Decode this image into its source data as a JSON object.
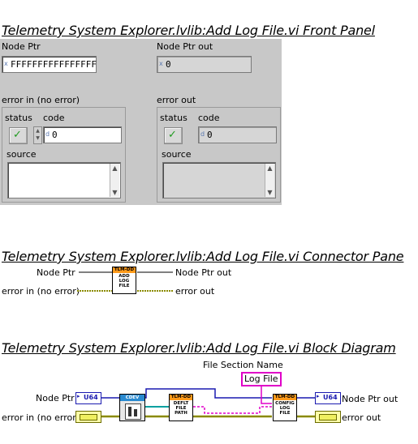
{
  "titles": {
    "front_panel": "Telemetry System Explorer.lvlib:Add Log File.vi Front Panel",
    "connector_pane": "Telemetry System Explorer.lvlib:Add Log File.vi Connector Pane",
    "block_diagram": "Telemetry System Explorer.lvlib:Add Log File.vi Block Diagram"
  },
  "front_panel": {
    "node_ptr": {
      "label": "Node Ptr",
      "radix": "x",
      "value": "FFFFFFFFFFFFFFFF"
    },
    "node_ptr_out": {
      "label": "Node Ptr out",
      "radix": "x",
      "value": "0"
    },
    "error_in": {
      "label": "error in (no error)",
      "status_label": "status",
      "code_label": "code",
      "code_value": "0",
      "source_label": "source"
    },
    "error_out": {
      "label": "error out",
      "status_label": "status",
      "code_label": "code",
      "code_value": "0",
      "source_label": "source"
    }
  },
  "connector_pane": {
    "left_top": "Node Ptr",
    "left_bottom": "error in (no error)",
    "right_top": "Node Ptr out",
    "right_bottom": "error out",
    "icon_header": "TLM-DD",
    "icon_text": [
      "ADD",
      "LOG",
      "FILE"
    ]
  },
  "block_diagram": {
    "file_section_label": "File Section Name",
    "constant_value": "Log File",
    "node_ptr_label": "Node Ptr",
    "node_ptr_out_label": "Node Ptr out",
    "error_in_label": "error in (no error)",
    "error_out_label": "error out",
    "u64": "U64",
    "cdev_label": "CDEV",
    "subvi1_header": "TLM-DD",
    "subvi1_text": [
      "DEFLT",
      "FILE",
      "PATH"
    ],
    "subvi2_header": "TLM-DD",
    "subvi2_text": [
      "CONFIG",
      "LOG",
      "FILE"
    ]
  },
  "colors": {
    "panel_bg": "#c8c8c8",
    "u64_blue": "#1a1ab0",
    "error_wire": "#8a8a00",
    "path_wire": "#00a0a0",
    "string_pink": "#e000c8",
    "vi_header": "#ff9a1a"
  }
}
